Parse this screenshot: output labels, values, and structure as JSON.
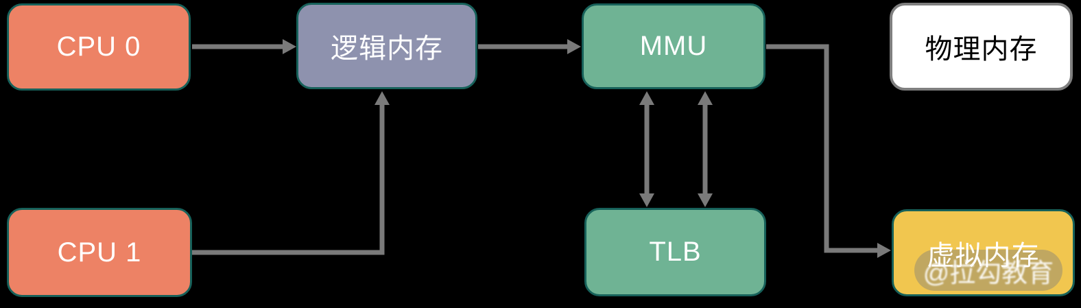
{
  "diagram": {
    "nodes": {
      "cpu0": {
        "label": "CPU 0",
        "fill": "#ED8265",
        "border": "#17615A",
        "text_color": "#FFFFFF"
      },
      "cpu1": {
        "label": "CPU 1",
        "fill": "#ED8265",
        "border": "#17615A",
        "text_color": "#FFFFFF"
      },
      "logical_memory": {
        "label": "逻辑内存",
        "fill": "#8E92AE",
        "border": "#17615A",
        "text_color": "#FFFFFF"
      },
      "mmu": {
        "label": "MMU",
        "fill": "#6FB394",
        "border": "#17615A",
        "text_color": "#FFFFFF"
      },
      "tlb": {
        "label": "TLB",
        "fill": "#6FB394",
        "border": "#17615A",
        "text_color": "#FFFFFF"
      },
      "physical_memory": {
        "label": "物理内存",
        "fill": "#FFFFFF",
        "border": "#7F7F7F",
        "text_color": "#000000"
      },
      "virtual_memory": {
        "label": "虚拟内存",
        "fill": "#F1C64F",
        "border": "#17615A",
        "text_color": "#FFFFFF"
      }
    },
    "edges": [
      {
        "from": "cpu0",
        "to": "logical_memory",
        "arrow": "forward"
      },
      {
        "from": "cpu1",
        "to": "logical_memory",
        "arrow": "forward"
      },
      {
        "from": "logical_memory",
        "to": "mmu",
        "arrow": "forward"
      },
      {
        "from": "mmu",
        "to": "tlb",
        "arrow": "both"
      },
      {
        "from": "mmu",
        "to": "tlb",
        "arrow": "both"
      },
      {
        "from": "mmu",
        "to": "virtual_memory",
        "arrow": "forward"
      }
    ],
    "watermark": {
      "label": "@拉勾教育"
    },
    "canvas": {
      "background": "#000000",
      "line_color": "#7A7A7A"
    }
  }
}
